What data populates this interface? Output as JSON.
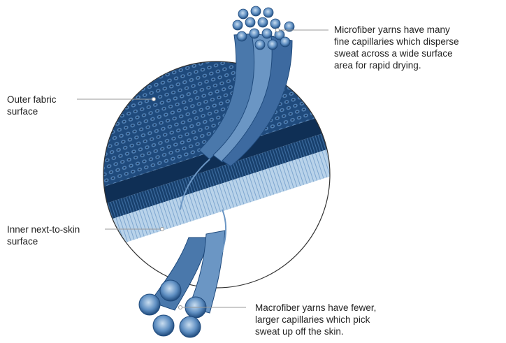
{
  "labels": {
    "microfiber": "Microfiber yarns have many\nfine capillaries which disperse\nsweat across a wide surface\narea for rapid drying.",
    "outer": "Outer fabric\nsurface",
    "inner": "Inner next-to-skin\nsurface",
    "macrofiber": "Macrofiber yarns have fewer,\nlarger capillaries which pick\nsweat up off the skin."
  },
  "colors": {
    "dark_blue": "#123a66",
    "mid_blue": "#3f6ea3",
    "light_blue": "#a9c6e2",
    "leader": "#9a9a9a",
    "outline": "#333333"
  }
}
